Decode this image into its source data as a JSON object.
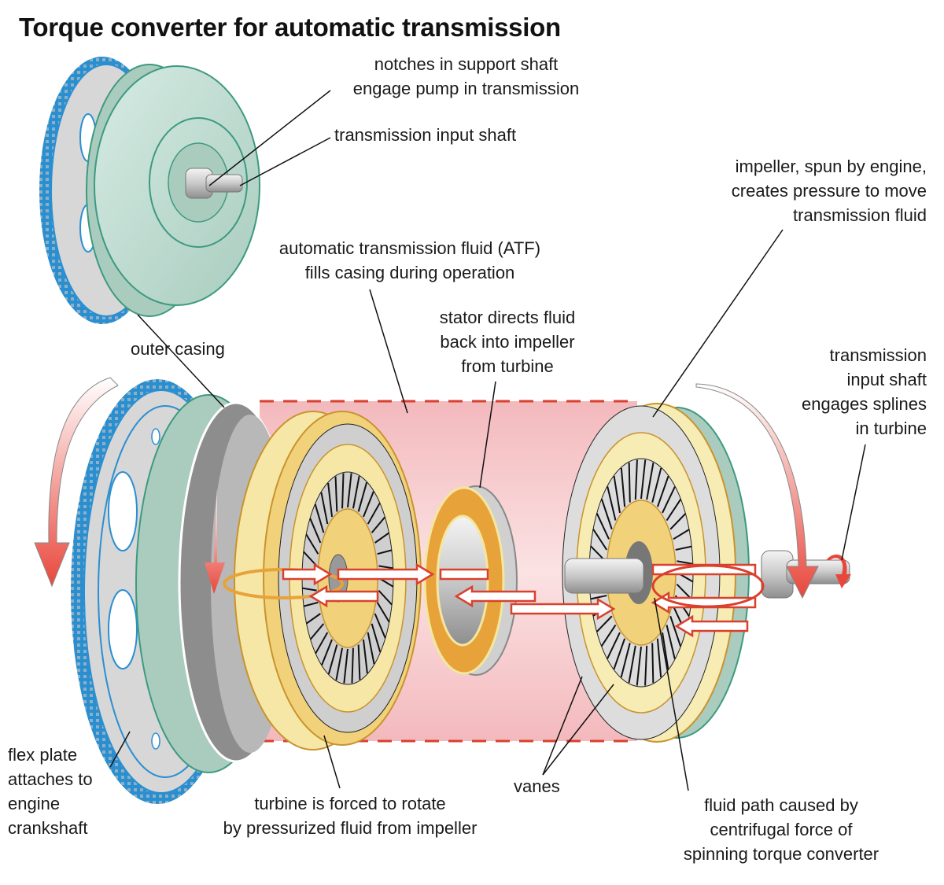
{
  "title": "Torque converter for automatic transmission",
  "colors": {
    "casing_green": "#b9d6cb",
    "casing_stroke": "#3d9a80",
    "flex_plate_blue": "#2a8fd1",
    "atf_pink": "#f6c3c6",
    "atf_dash": "#d9402e",
    "turbine_yellow": "#f1d27a",
    "stator_orange": "#e8a23a",
    "arrow_red": "#e8473c",
    "leader_line": "#111111"
  },
  "labels": {
    "notches": "notches in support shaft\nengage pump in transmission",
    "input_shaft_top": "transmission input shaft",
    "impeller": "impeller, spun by engine,\ncreates pressure to move\ntransmission fluid",
    "atf": "automatic transmission fluid (ATF)\nfills casing during operation",
    "stator": "stator directs fluid\nback into impeller\nfrom turbine",
    "outer_casing": "outer casing",
    "input_shaft_splines": "transmission\ninput shaft\nengages splines\nin turbine",
    "flex_plate": "flex plate\nattaches to\nengine\ncrankshaft",
    "turbine": "turbine is forced  to rotate\nby pressurized fluid from impeller",
    "vanes": "vanes",
    "fluid_path": "fluid path caused by\ncentrifugal force of\nspinning torque converter"
  }
}
